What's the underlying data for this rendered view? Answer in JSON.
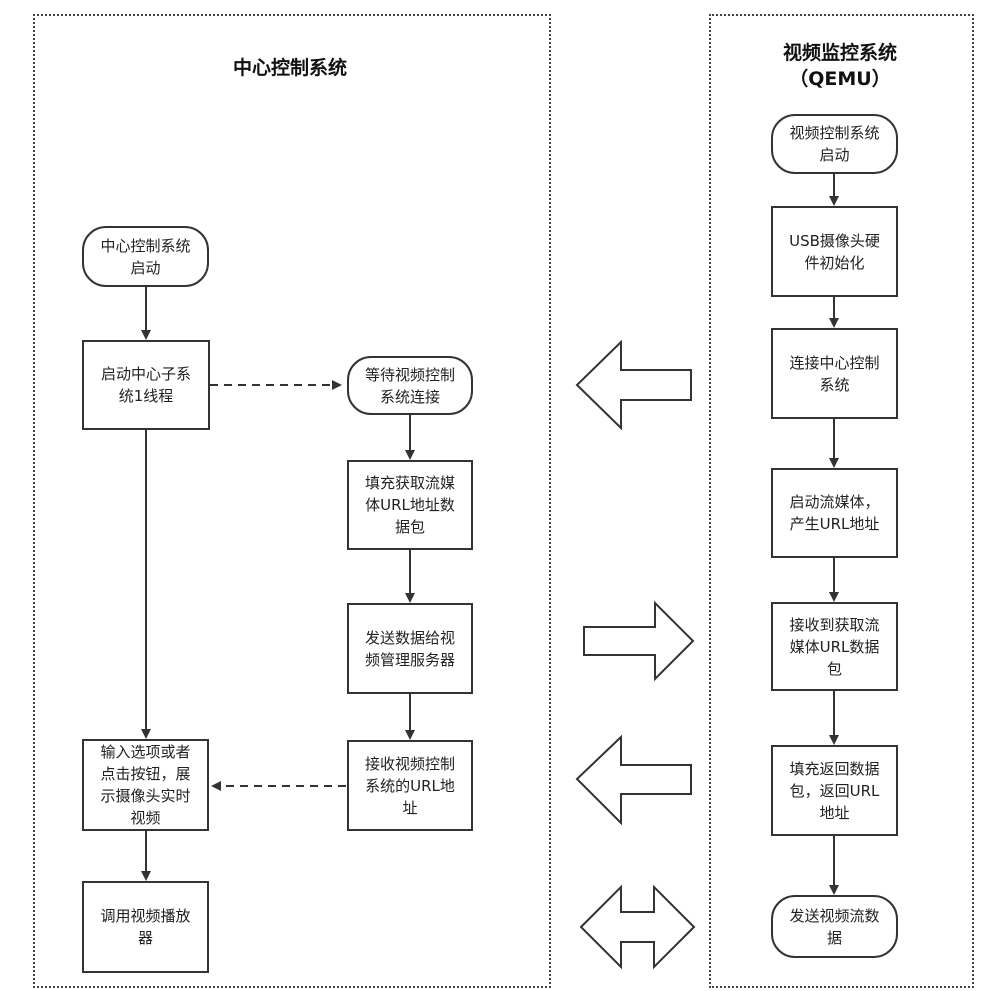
{
  "panels": {
    "left_title": "中心控制系统",
    "right_title": "视频监控系统\n（QEMU）"
  },
  "left": {
    "start": "中心控制系统\n启动",
    "thread": "启动中心子系\n统1线程",
    "input": "输入选项或者\n点击按钮，展\n示摄像头实时\n视频",
    "player": "调用视频播放\n器",
    "wait": "等待视频控制\n系统连接",
    "fill": "填充获取流媒\n体URL地址数\n据包",
    "send": "发送数据给视\n频管理服务器",
    "recv": "接收视频控制\n系统的URL地\n址"
  },
  "right": {
    "start": "视频控制系统\n启动",
    "usb": "USB摄像头硬\n件初始化",
    "connect": "连接中心控制\n系统",
    "stream": "启动流媒体，\n产生URL地址",
    "recv": "接收到获取流\n媒体URL数据\n包",
    "fill": "填充返回数据\n包，返回URL\n地址",
    "send": "发送视频流数\n据"
  }
}
